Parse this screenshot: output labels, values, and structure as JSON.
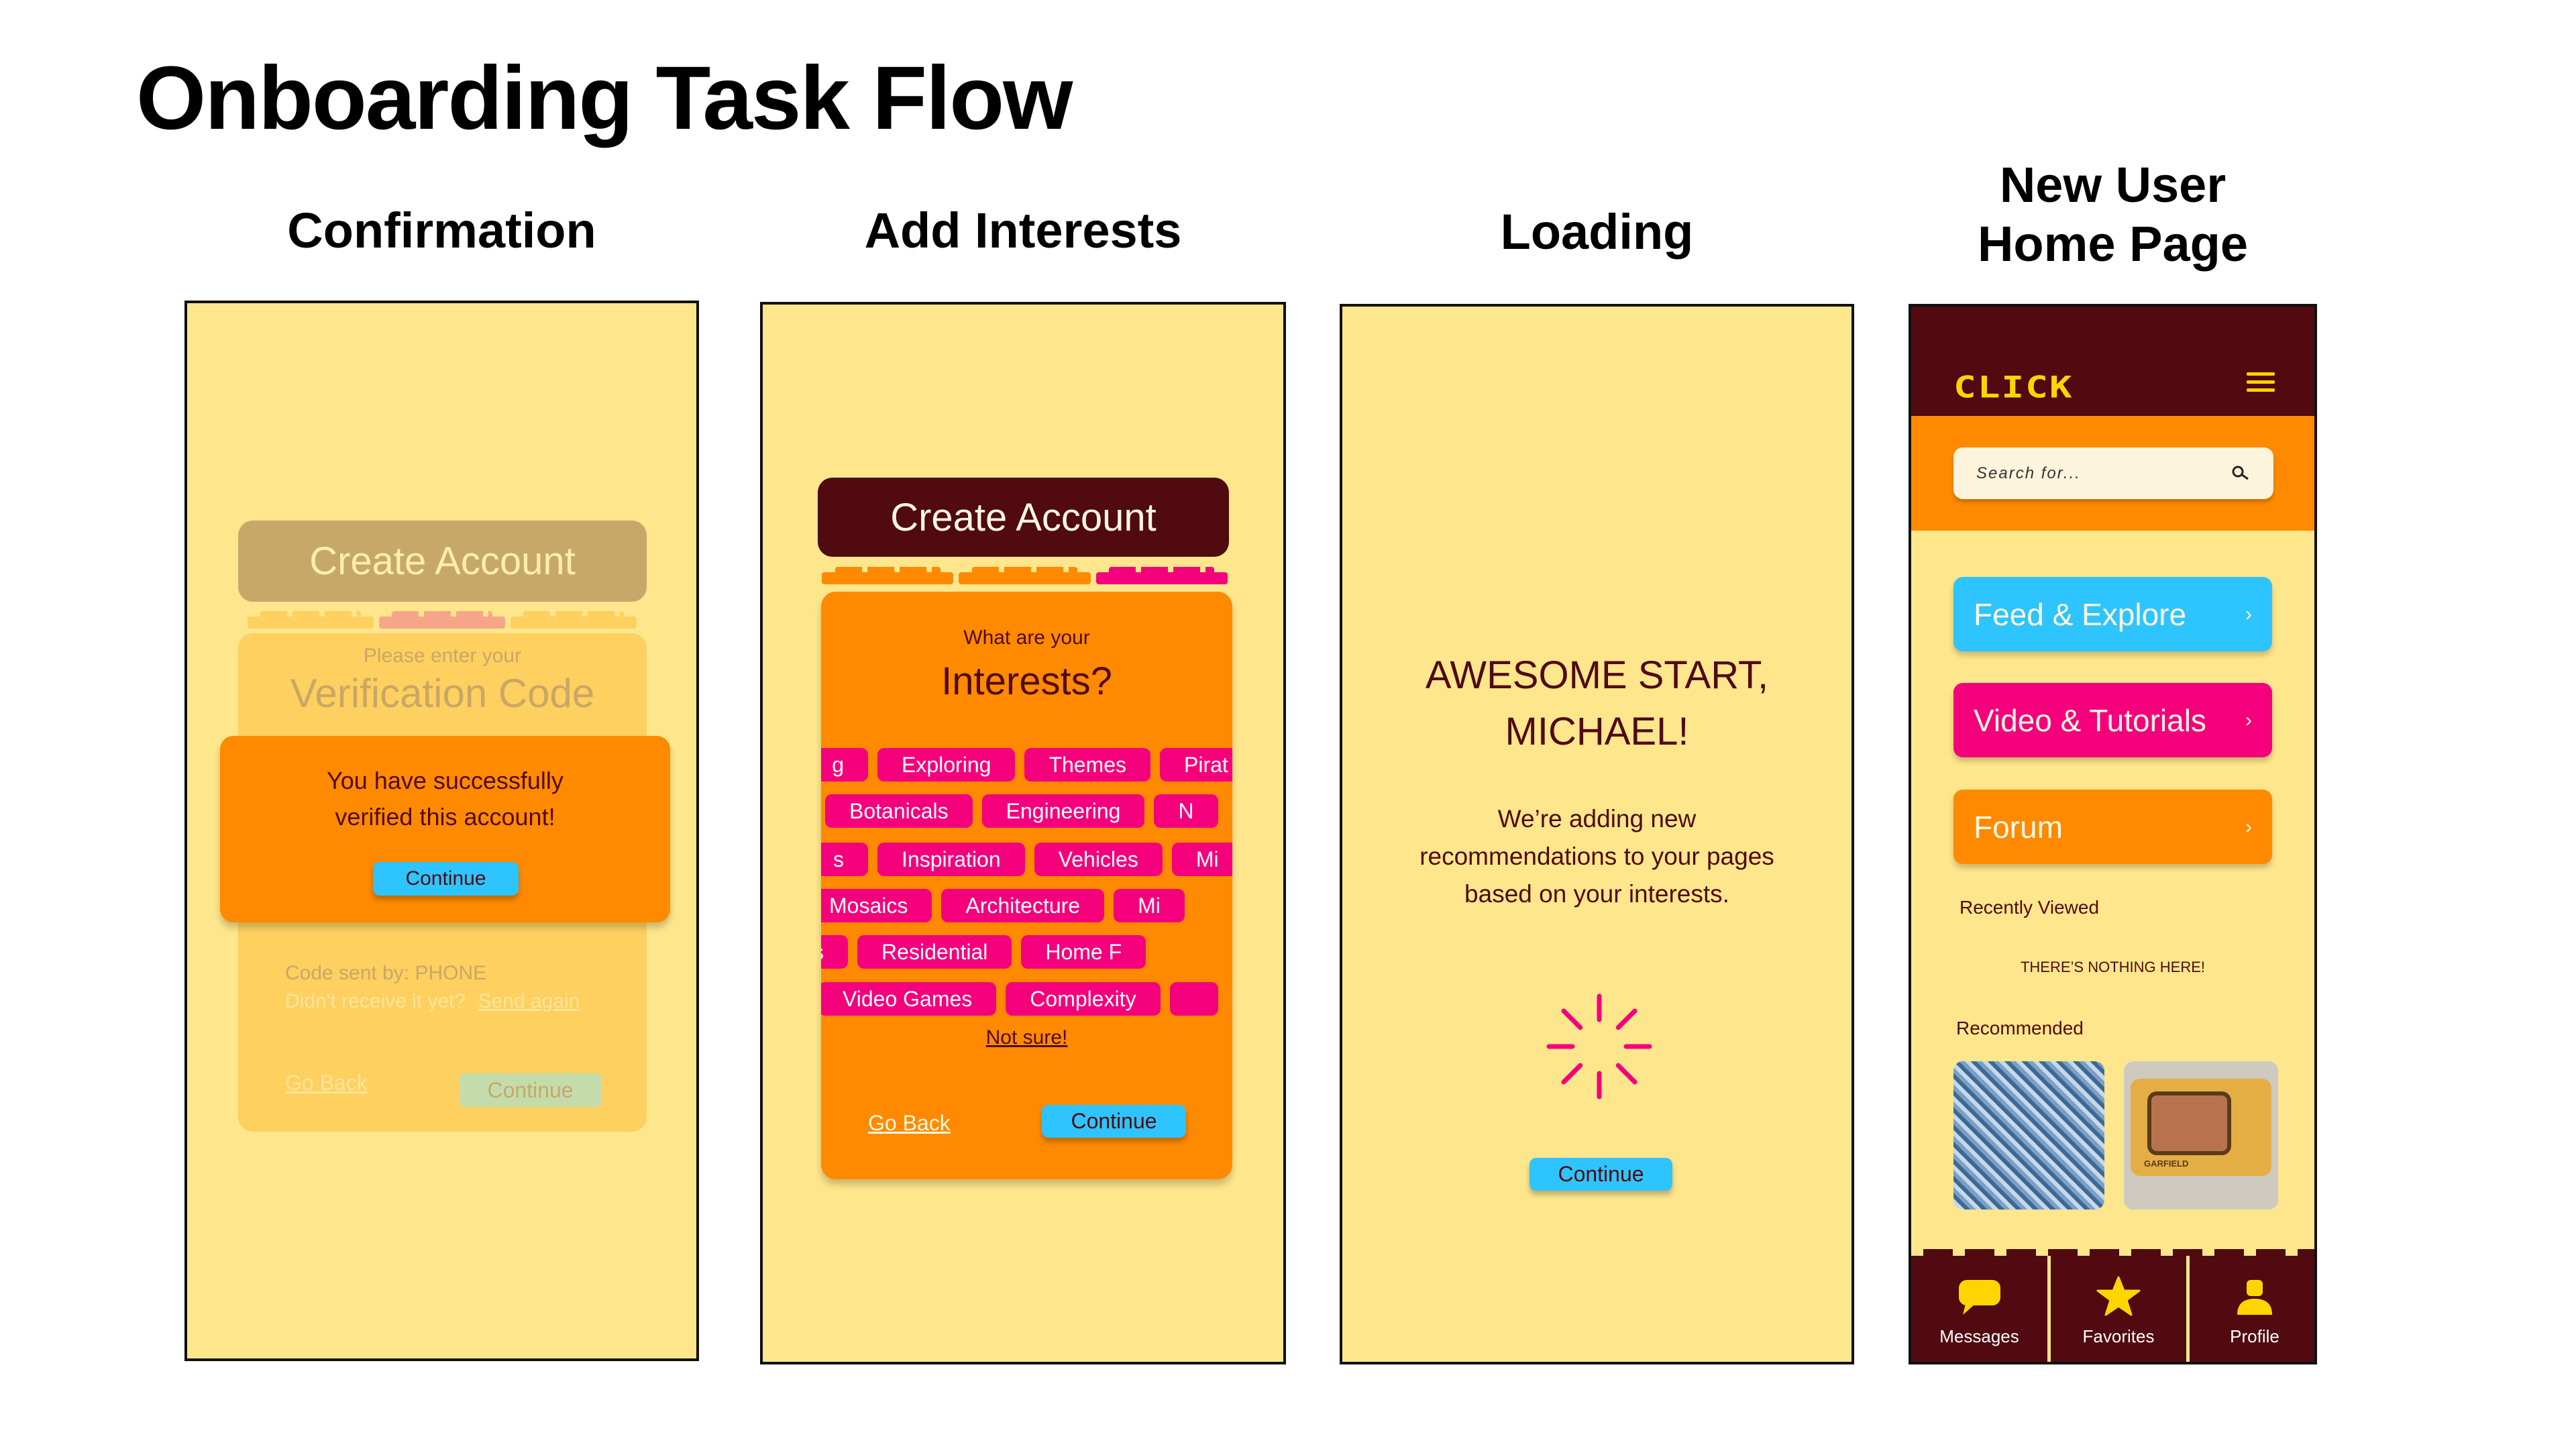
{
  "title": "Onboarding Task Flow",
  "screens": {
    "confirmation": {
      "heading": "Confirmation",
      "header": "Create Account",
      "prompt": "Please enter your",
      "code_title": "Verification Code",
      "modal": {
        "message_line1": "You have successfully",
        "message_line2": "verified this account!",
        "continue": "Continue"
      },
      "code_sent": "Code sent by: PHONE",
      "not_received": "Didn't receive it yet?",
      "send_again": "Send again",
      "go_back": "Go Back",
      "continue": "Continue"
    },
    "interests": {
      "heading": "Add Interests",
      "header": "Create Account",
      "prompt": "What are your",
      "title": "Interests?",
      "chip_rows": [
        [
          "g",
          "Exploring",
          "Themes",
          "Pirat"
        ],
        [
          "",
          "Botanicals",
          "Engineering",
          "N"
        ],
        [
          "s",
          "Inspiration",
          "Vehicles",
          "Mi"
        ],
        [
          "",
          "Mosaics",
          "Architecture",
          "Mi"
        ],
        [
          "sy Builds",
          "Residential",
          "Home F"
        ],
        [
          "",
          "Video Games",
          "Complexity",
          ""
        ]
      ],
      "not_sure": "Not sure!",
      "go_back": "Go Back",
      "continue": "Continue"
    },
    "loading": {
      "heading": "Loading",
      "line1": "AWESOME START,",
      "line2": "MICHAEL!",
      "desc1": "We’re adding new",
      "desc2": "recommendations to your pages",
      "desc3": "based on your interests.",
      "continue": "Continue",
      "spinner_icon": "loading-spinner-icon"
    },
    "home": {
      "heading_line1": "New User",
      "heading_line2": "Home Page",
      "logo": "CLICK",
      "search_placeholder": "Search for...",
      "nav": [
        {
          "label": "Feed & Explore",
          "color": "#2ec4ff"
        },
        {
          "label": "Video & Tutorials",
          "color": "#f5007c"
        },
        {
          "label": "Forum",
          "color": "#ff8a00"
        }
      ],
      "recently_viewed": "Recently Viewed",
      "empty": "THERE’S NOTHING HERE!",
      "recommended": "Recommended",
      "tv_label": "GARFIELD",
      "tabs": [
        {
          "label": "Messages",
          "icon": "chat-bubble-icon"
        },
        {
          "label": "Favorites",
          "icon": "star-icon"
        },
        {
          "label": "Profile",
          "icon": "person-icon"
        }
      ]
    }
  },
  "colors": {
    "background": "#fee68c",
    "maroon": "#500a10",
    "orange": "#ff8a00",
    "pink": "#f5007c",
    "cyan": "#2ec4ff"
  }
}
